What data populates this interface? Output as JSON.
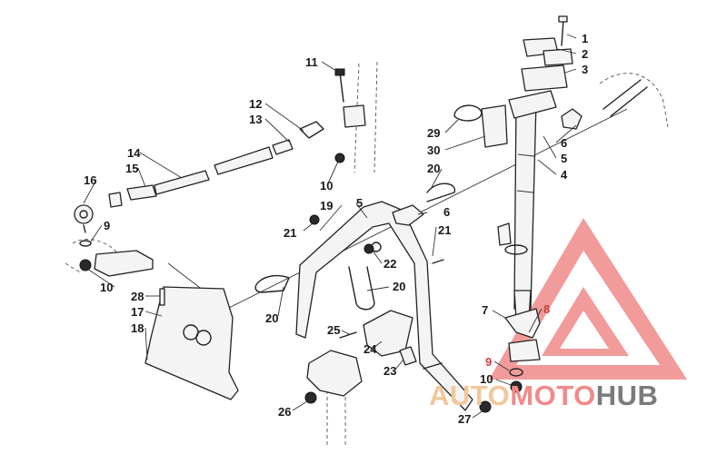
{
  "callouts": [
    {
      "id": "c1",
      "label": "1"
    },
    {
      "id": "c2",
      "label": "2"
    },
    {
      "id": "c3",
      "label": "3"
    },
    {
      "id": "c4",
      "label": "4"
    },
    {
      "id": "c5a",
      "label": "5"
    },
    {
      "id": "c5b",
      "label": "5"
    },
    {
      "id": "c6a",
      "label": "6"
    },
    {
      "id": "c6b",
      "label": "6"
    },
    {
      "id": "c7",
      "label": "7"
    },
    {
      "id": "c8",
      "label": "8"
    },
    {
      "id": "c9a",
      "label": "9"
    },
    {
      "id": "c9b",
      "label": "9"
    },
    {
      "id": "c10a",
      "label": "10"
    },
    {
      "id": "c10b",
      "label": "10"
    },
    {
      "id": "c10c",
      "label": "10"
    },
    {
      "id": "c11",
      "label": "11"
    },
    {
      "id": "c12",
      "label": "12"
    },
    {
      "id": "c13",
      "label": "13"
    },
    {
      "id": "c14",
      "label": "14"
    },
    {
      "id": "c15",
      "label": "15"
    },
    {
      "id": "c16",
      "label": "16"
    },
    {
      "id": "c17",
      "label": "17"
    },
    {
      "id": "c18",
      "label": "18"
    },
    {
      "id": "c19",
      "label": "19"
    },
    {
      "id": "c20a",
      "label": "20"
    },
    {
      "id": "c20b",
      "label": "20"
    },
    {
      "id": "c20c",
      "label": "20"
    },
    {
      "id": "c21a",
      "label": "21"
    },
    {
      "id": "c21b",
      "label": "21"
    },
    {
      "id": "c22",
      "label": "22"
    },
    {
      "id": "c23",
      "label": "23"
    },
    {
      "id": "c24",
      "label": "24"
    },
    {
      "id": "c25",
      "label": "25"
    },
    {
      "id": "c26",
      "label": "26"
    },
    {
      "id": "c27",
      "label": "27"
    },
    {
      "id": "c28",
      "label": "28"
    },
    {
      "id": "c29",
      "label": "29"
    },
    {
      "id": "c30",
      "label": "30"
    }
  ],
  "watermark": {
    "brand_part1": "AUTO",
    "brand_part2": "MOTO",
    "brand_part3": "HUB",
    "colors": {
      "auto": "#f2c79a",
      "moto": "#f28a8a",
      "hub": "#7b7b7b",
      "logo": "#f08a8a"
    }
  },
  "highlight_color": "#d23a3a"
}
